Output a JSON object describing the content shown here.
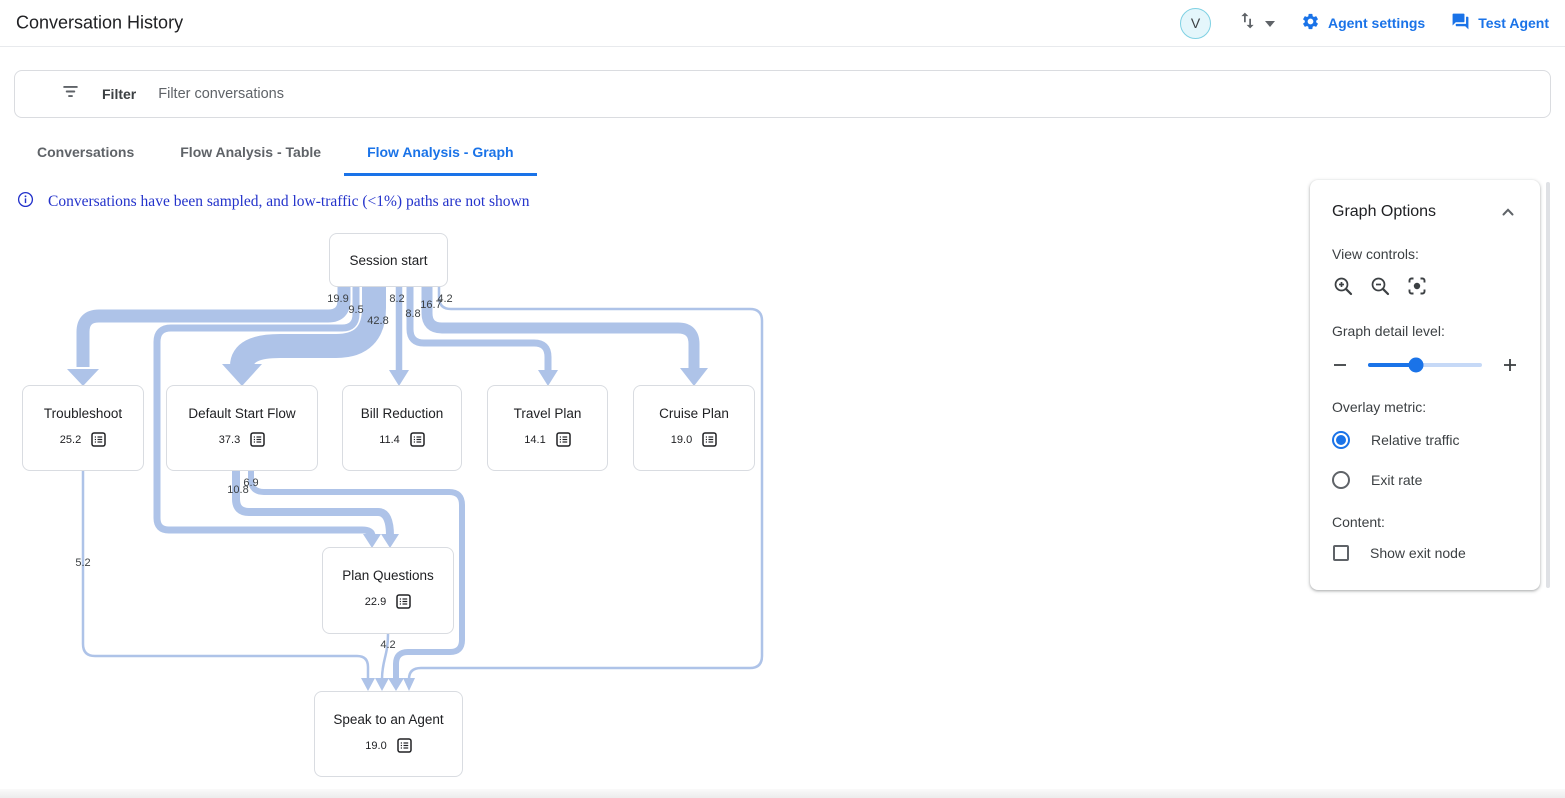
{
  "header": {
    "title": "Conversation History",
    "avatar_initial": "V",
    "actions": {
      "agent_settings": "Agent settings",
      "test_agent": "Test Agent"
    }
  },
  "filter_bar": {
    "label": "Filter",
    "placeholder": "Filter conversations"
  },
  "tabs": [
    {
      "label": "Conversations",
      "active": false
    },
    {
      "label": "Flow Analysis - Table",
      "active": false
    },
    {
      "label": "Flow Analysis - Graph",
      "active": true
    }
  ],
  "notice": {
    "text": "Conversations have been sampled, and low-traffic (<1%) paths are not shown"
  },
  "graph_options": {
    "title": "Graph Options",
    "view_controls_label": "View controls:",
    "view_controls": [
      "zoom-in",
      "zoom-out",
      "center-focus"
    ],
    "detail_label": "Graph detail level:",
    "detail_slider_percent": 42,
    "overlay_label": "Overlay metric:",
    "overlay_options": [
      {
        "label": "Relative traffic",
        "selected": true
      },
      {
        "label": "Exit rate",
        "selected": false
      }
    ],
    "content_label": "Content:",
    "content_options": [
      {
        "label": "Show exit node",
        "checked": false
      }
    ]
  },
  "flow_graph": {
    "type": "flow-diagram",
    "nodes": [
      {
        "id": "session_start",
        "label": "Session start",
        "value": null
      },
      {
        "id": "troubleshoot",
        "label": "Troubleshoot",
        "value": "25.2"
      },
      {
        "id": "default_start_flow",
        "label": "Default Start Flow",
        "value": "37.3"
      },
      {
        "id": "bill_reduction",
        "label": "Bill Reduction",
        "value": "11.4"
      },
      {
        "id": "travel_plan",
        "label": "Travel Plan",
        "value": "14.1"
      },
      {
        "id": "cruise_plan",
        "label": "Cruise Plan",
        "value": "19.0"
      },
      {
        "id": "plan_questions",
        "label": "Plan Questions",
        "value": "22.9"
      },
      {
        "id": "speak_to_agent",
        "label": "Speak to an Agent",
        "value": "19.0"
      }
    ],
    "edges": [
      {
        "from": "session_start",
        "to": "troubleshoot",
        "value": "19.9"
      },
      {
        "from": "session_start",
        "to": "plan_questions",
        "value": "9.5"
      },
      {
        "from": "session_start",
        "to": "default_start_flow",
        "value": "42.8"
      },
      {
        "from": "session_start",
        "to": "bill_reduction",
        "value": "8.2"
      },
      {
        "from": "session_start",
        "to": "travel_plan",
        "value": "8.8"
      },
      {
        "from": "session_start",
        "to": "cruise_plan",
        "value": "16.7"
      },
      {
        "from": "session_start",
        "to": "speak_to_agent",
        "value": "4.2"
      },
      {
        "from": "default_start_flow",
        "to": "plan_questions",
        "value": "10.8"
      },
      {
        "from": "default_start_flow",
        "to": "speak_to_agent",
        "value": "6.9"
      },
      {
        "from": "troubleshoot",
        "to": "speak_to_agent",
        "value": "5.2"
      },
      {
        "from": "plan_questions",
        "to": "speak_to_agent",
        "value": "4.2"
      }
    ]
  },
  "colors": {
    "accent": "#1a73e8",
    "edge": "#aec3e8",
    "text_primary": "#202124",
    "text_secondary": "#5f6368",
    "notice_blue": "#2433cb"
  }
}
